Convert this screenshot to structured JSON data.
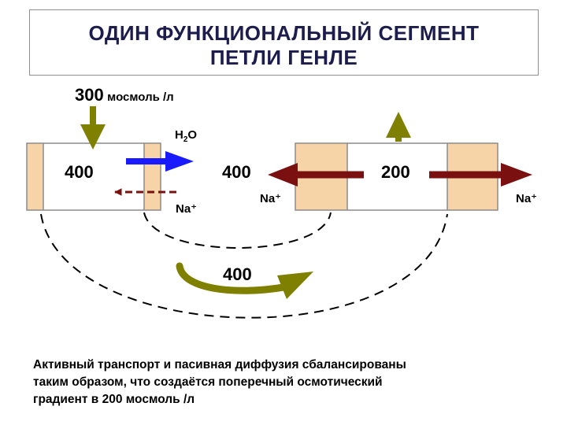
{
  "title": {
    "line1": "ОДИН ФУНКЦИОНАЛЬНЫЙ СЕГМЕНТ",
    "line2": "ПЕТЛИ ГЕНЛЕ"
  },
  "input": {
    "value": "300",
    "unit": "мосмоль /л"
  },
  "water_label_main": "H",
  "water_label_sub": "2",
  "water_label_end": "O",
  "values": {
    "descending": "400",
    "interstitial": "400",
    "ascending": "200",
    "bottom": "400"
  },
  "ions": {
    "sodium_passive": "Na⁺",
    "sodium_active_1": "Na⁺",
    "sodium_active_2": "Na⁺"
  },
  "footer": {
    "line1": "Активный транспорт и пасивная диффузия сбалансированы",
    "line2": "таким образом, что создаётся поперечный осмотический",
    "line3": "градиент в 200 мосмоль /л"
  },
  "colors": {
    "olive": "#7f7f00",
    "dark_red": "#7a1010",
    "blue": "#1a1aff",
    "peach": "#f7d3a8",
    "tube_border": "#8c8c8c",
    "title_text": "#1c1c4d"
  }
}
